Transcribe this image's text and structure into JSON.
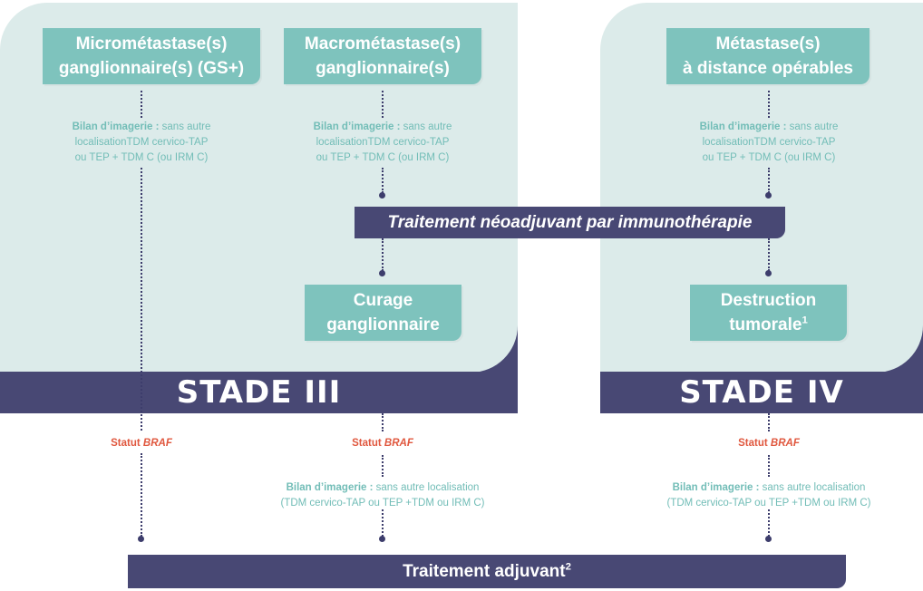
{
  "stage3": {
    "title": "STADE III",
    "box_micro": {
      "line1": "Micrométastase(s)",
      "line2": "ganglionnaire(s) (GS+)"
    },
    "box_macro": {
      "line1": "Macrométastase(s)",
      "line2": "ganglionnaire(s)"
    },
    "box_curage": {
      "line1": "Curage",
      "line2": "ganglionnaire"
    },
    "note_micro": {
      "label": "Bilan d’imagerie :",
      "rest": " sans autre",
      "line2": "localisationTDM cervico-TAP",
      "line3": "ou TEP + TDM C (ou IRM C)"
    },
    "note_macro": {
      "label": "Bilan d’imagerie :",
      "rest": " sans autre",
      "line2": "localisationTDM cervico-TAP",
      "line3": "ou TEP + TDM C (ou IRM C)"
    }
  },
  "stage4": {
    "title": "STADE IV",
    "box_meta": {
      "line1": "Métastase(s)",
      "line2": "à distance opérables"
    },
    "box_destruction": {
      "line1": "Destruction",
      "line2": "tumorale",
      "sup": "1"
    },
    "note_meta": {
      "label": "Bilan d’imagerie :",
      "rest": " sans autre",
      "line2": "localisationTDM cervico-TAP",
      "line3": "ou TEP + TDM C (ou IRM C)"
    }
  },
  "neoadjuvant": {
    "label": "Traitement néoadjuvant par immunothérapie"
  },
  "adjuvant": {
    "label": "Traitement adjuvant",
    "sup": "2"
  },
  "braf": {
    "prefix": "Statut ",
    "gene": "BRAF"
  },
  "bottom_note": {
    "label": "Bilan d’imagerie :",
    "rest": " sans autre localisation",
    "line2": "(TDM cervico-TAP ou TEP +TDM ou IRM C)"
  }
}
